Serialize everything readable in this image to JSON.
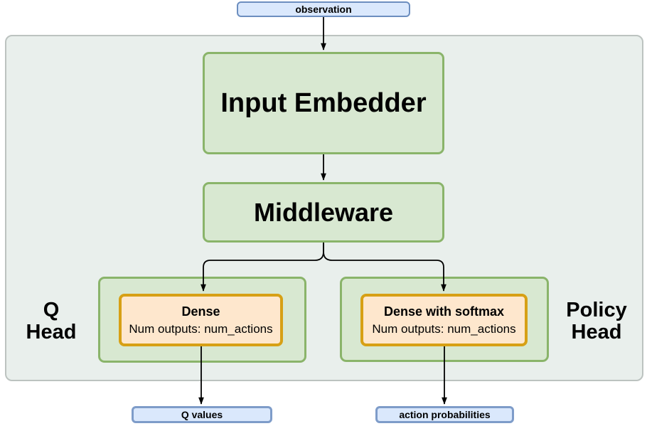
{
  "diagram": {
    "observation": {
      "label": "observation"
    },
    "network": {
      "input_embedder": {
        "label": "Input Embedder"
      },
      "middleware": {
        "label": "Middleware"
      },
      "q_head": {
        "side_label": "Q\nHead",
        "dense": {
          "title": "Dense",
          "subtitle": "Num outputs: num_actions"
        }
      },
      "policy_head": {
        "side_label": "Policy\nHead",
        "dense": {
          "title": "Dense with softmax",
          "subtitle": "Num outputs: num_actions"
        }
      }
    },
    "outputs": {
      "q_values": {
        "label": "Q values"
      },
      "action_probabilities": {
        "label": "action probabilities"
      }
    }
  },
  "colors": {
    "page_bg": "#ffffff",
    "container_fill": "#e9efec",
    "container_stroke": "#bcc3c0",
    "green_fill": "#d8e8d1",
    "green_stroke": "#8ab46a",
    "orange_fill": "#fee7cd",
    "orange_stroke": "#d7a015",
    "blue_fill": "#dae8fc",
    "blue_stroke": "#6c8ebf",
    "blue_stroke_strong": "#7e9cc9",
    "arrow": "#000000",
    "text": "#000000"
  }
}
